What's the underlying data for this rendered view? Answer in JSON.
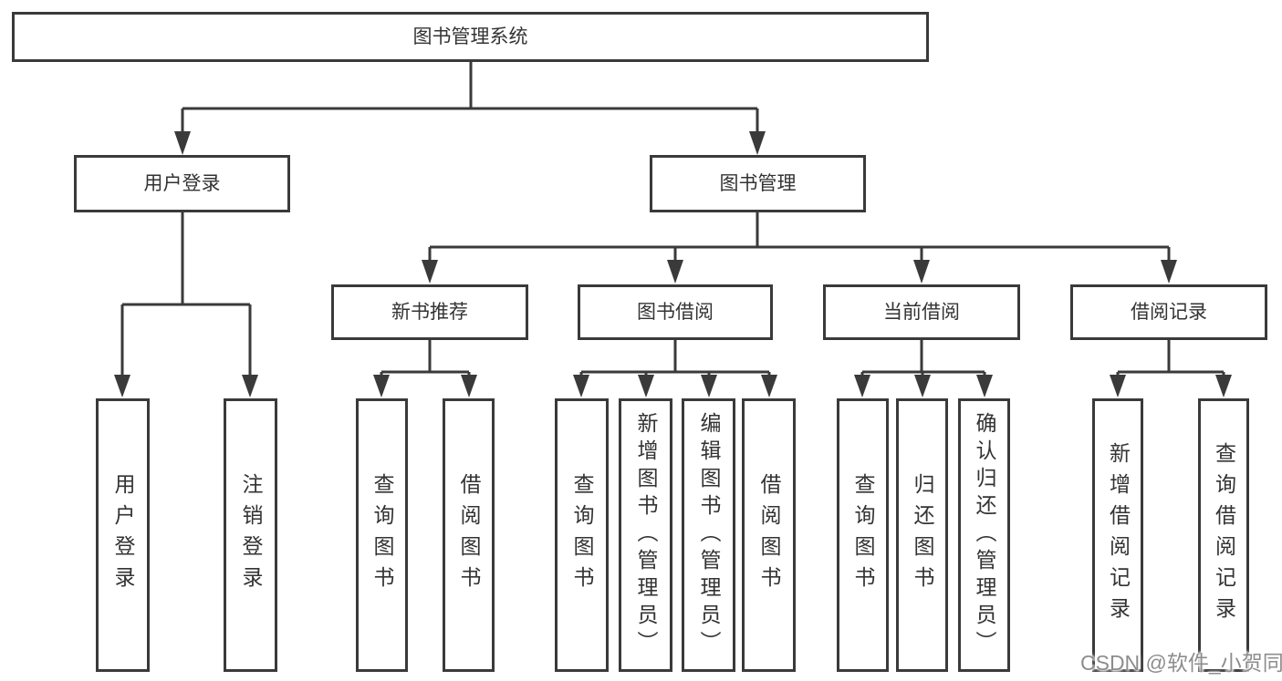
{
  "tree": {
    "root": {
      "label": "图书管理系统"
    },
    "branches": [
      {
        "label": "用户登录",
        "children": [
          {
            "label": "用户登录"
          },
          {
            "label": "注销登录"
          }
        ]
      },
      {
        "label": "图书管理",
        "groups": [
          {
            "label": "新书推荐",
            "children": [
              {
                "label": "查询图书"
              },
              {
                "label": "借阅图书"
              }
            ]
          },
          {
            "label": "图书借阅",
            "children": [
              {
                "label": "查询图书"
              },
              {
                "label": "新增图书（管理员）"
              },
              {
                "label": "编辑图书（管理员）"
              },
              {
                "label": "借阅图书"
              }
            ]
          },
          {
            "label": "当前借阅",
            "children": [
              {
                "label": "查询图书"
              },
              {
                "label": "归还图书"
              },
              {
                "label": "确认归还（管理员）"
              }
            ]
          },
          {
            "label": "借阅记录",
            "children": [
              {
                "label": "新增借阅记录"
              },
              {
                "label": "查询借阅记录"
              }
            ]
          }
        ]
      }
    ]
  },
  "watermark": {
    "text": "CSDN @软件_小贺同学"
  },
  "colors": {
    "line": "#3a3a3a",
    "text": "#333333",
    "page_background": "#ffffff",
    "watermark": "#8d8d8d"
  }
}
